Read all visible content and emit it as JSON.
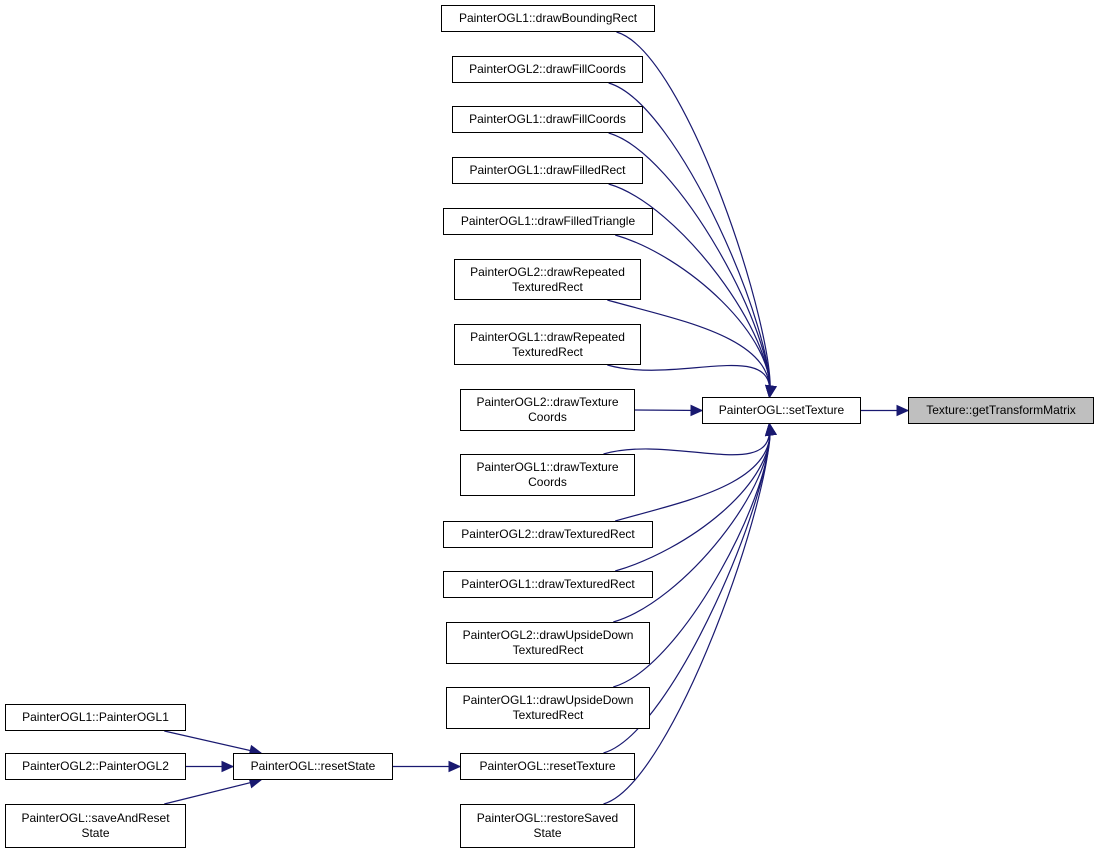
{
  "colors": {
    "edge": "#191970",
    "focus_fill": "#bfbfbf",
    "border": "#000000"
  },
  "nodes": {
    "getTransformMatrix": "Texture::getTransformMatrix",
    "setTexture": "PainterOGL::setTexture",
    "drawBoundingRect1": "PainterOGL1::drawBoundingRect",
    "drawFillCoords2": "PainterOGL2::drawFillCoords",
    "drawFillCoords1": "PainterOGL1::drawFillCoords",
    "drawFilledRect1": "PainterOGL1::drawFilledRect",
    "drawFilledTriangle1": "PainterOGL1::drawFilledTriangle",
    "drawRepeatedTexturedRect2": "PainterOGL2::drawRepeated\nTexturedRect",
    "drawRepeatedTexturedRect1": "PainterOGL1::drawRepeated\nTexturedRect",
    "drawTextureCoords2": "PainterOGL2::drawTexture\nCoords",
    "drawTextureCoords1": "PainterOGL1::drawTexture\nCoords",
    "drawTexturedRect2": "PainterOGL2::drawTexturedRect",
    "drawTexturedRect1": "PainterOGL1::drawTexturedRect",
    "drawUpsideDownTexturedRect2": "PainterOGL2::drawUpsideDown\nTexturedRect",
    "drawUpsideDownTexturedRect1": "PainterOGL1::drawUpsideDown\nTexturedRect",
    "resetTexture": "PainterOGL::resetTexture",
    "restoreSavedState": "PainterOGL::restoreSaved\nState",
    "resetState": "PainterOGL::resetState",
    "ctor1": "PainterOGL1::PainterOGL1",
    "ctor2": "PainterOGL2::PainterOGL2",
    "saveAndResetState": "PainterOGL::saveAndReset\nState"
  },
  "edges": [
    [
      "setTexture",
      "getTransformMatrix"
    ],
    [
      "drawBoundingRect1",
      "setTexture"
    ],
    [
      "drawFillCoords2",
      "setTexture"
    ],
    [
      "drawFillCoords1",
      "setTexture"
    ],
    [
      "drawFilledRect1",
      "setTexture"
    ],
    [
      "drawFilledTriangle1",
      "setTexture"
    ],
    [
      "drawRepeatedTexturedRect2",
      "setTexture"
    ],
    [
      "drawRepeatedTexturedRect1",
      "setTexture"
    ],
    [
      "drawTextureCoords2",
      "setTexture"
    ],
    [
      "drawTextureCoords1",
      "setTexture"
    ],
    [
      "drawTexturedRect2",
      "setTexture"
    ],
    [
      "drawTexturedRect1",
      "setTexture"
    ],
    [
      "drawUpsideDownTexturedRect2",
      "setTexture"
    ],
    [
      "drawUpsideDownTexturedRect1",
      "setTexture"
    ],
    [
      "resetTexture",
      "setTexture"
    ],
    [
      "restoreSavedState",
      "setTexture"
    ],
    [
      "resetState",
      "resetTexture"
    ],
    [
      "ctor1",
      "resetState"
    ],
    [
      "ctor2",
      "resetState"
    ],
    [
      "saveAndResetState",
      "resetState"
    ]
  ]
}
